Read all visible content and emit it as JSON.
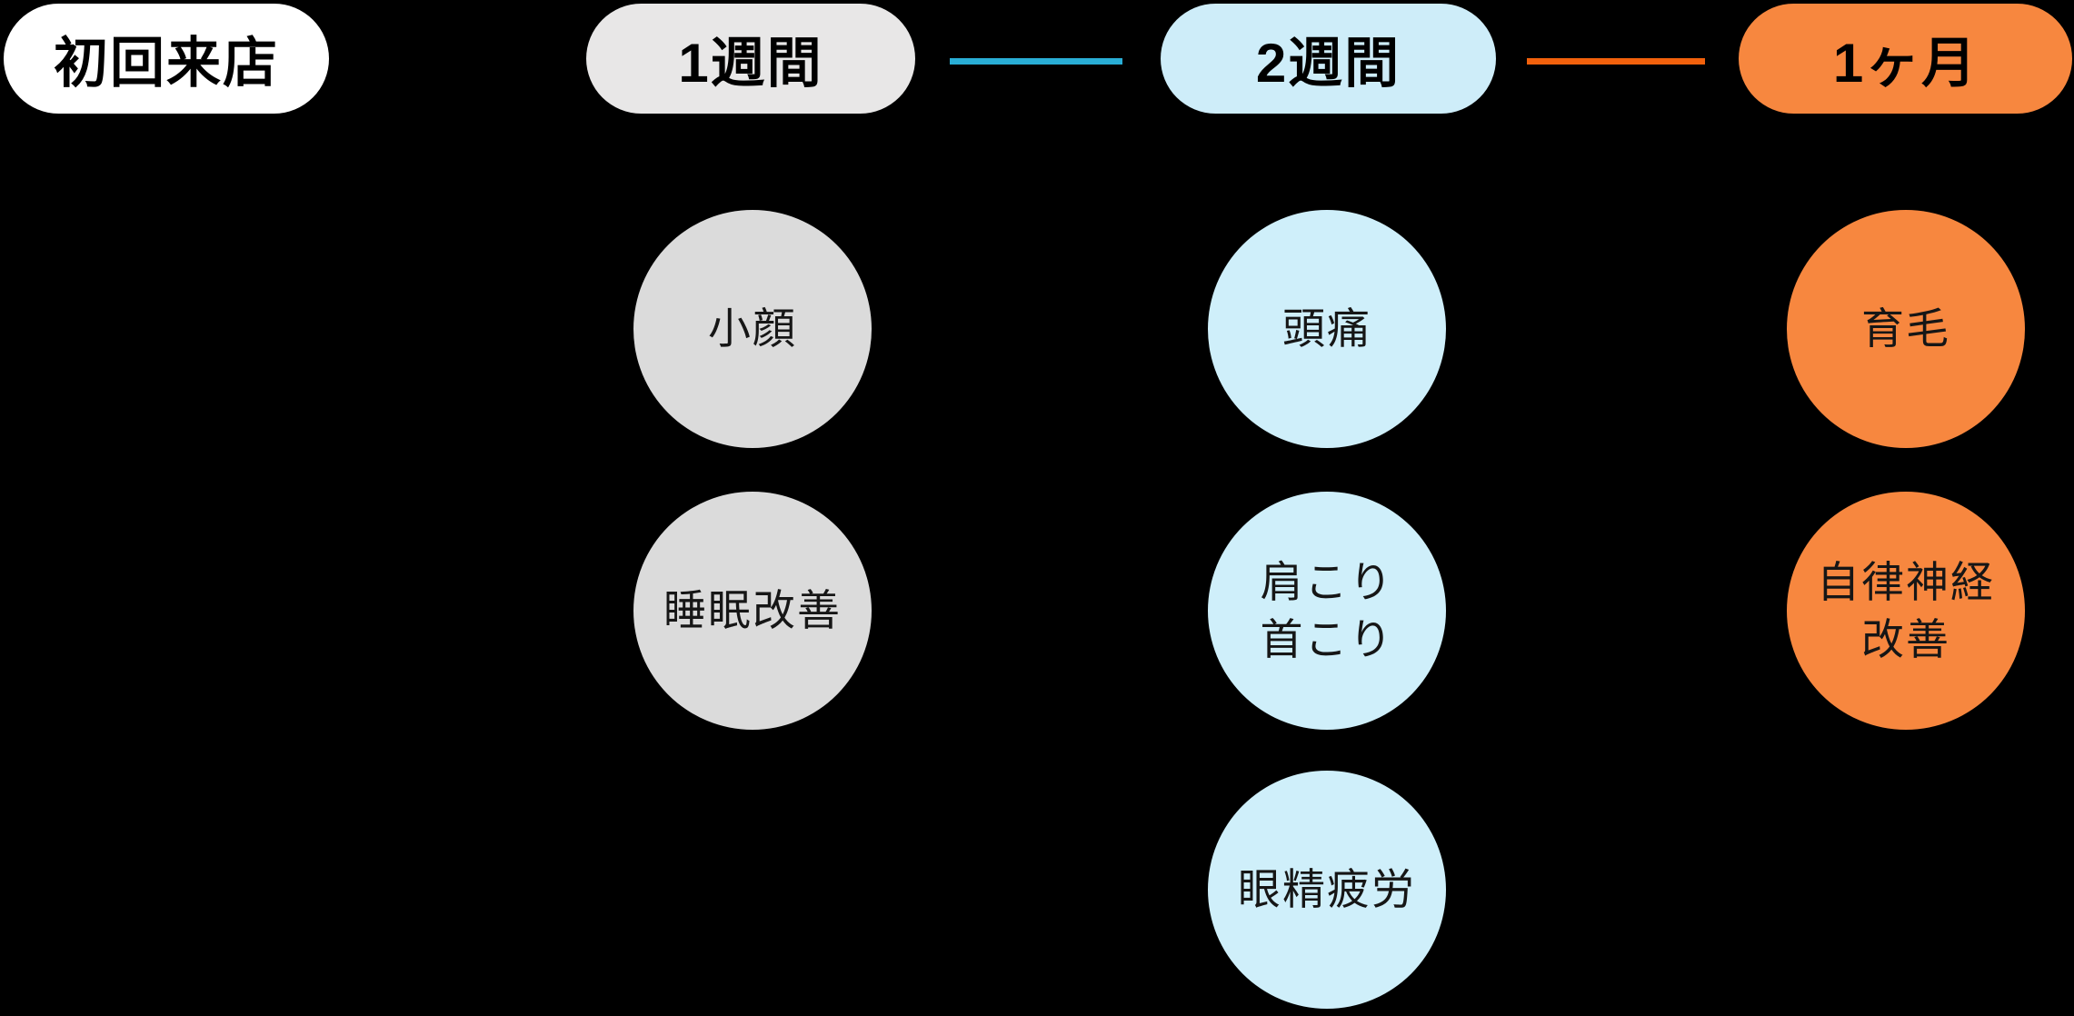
{
  "background": "#000000",
  "stages": [
    {
      "id": "initial-visit",
      "label": "初回来店",
      "pill_color": "#ffffff",
      "text_color": "#000000"
    },
    {
      "id": "week-1",
      "label": "1週間",
      "pill_color": "#e8e7e7",
      "text_color": "#000000"
    },
    {
      "id": "week-2",
      "label": "2週間",
      "pill_color": "#ceedf9",
      "text_color": "#000000"
    },
    {
      "id": "month-1",
      "label": "1ヶ月",
      "pill_color": "#f7873f",
      "text_color": "#000000"
    }
  ],
  "connectors": [
    {
      "from": "week-1",
      "to": "week-2",
      "color": "#29aed6"
    },
    {
      "from": "week-2",
      "to": "month-1",
      "color": "#f2610c"
    }
  ],
  "columns": [
    {
      "stage": "week-1",
      "circle_color": "#dbdbdb",
      "items": [
        {
          "label": "小顔"
        },
        {
          "label": "睡眠改善"
        }
      ]
    },
    {
      "stage": "week-2",
      "circle_color": "#cfeffa",
      "items": [
        {
          "label": "頭痛"
        },
        {
          "label": "肩こり\n首こり"
        },
        {
          "label": "眼精疲労"
        }
      ]
    },
    {
      "stage": "month-1",
      "circle_color": "#f7873f",
      "items": [
        {
          "label": "育毛"
        },
        {
          "label": "自律神経\n改善"
        }
      ]
    }
  ]
}
